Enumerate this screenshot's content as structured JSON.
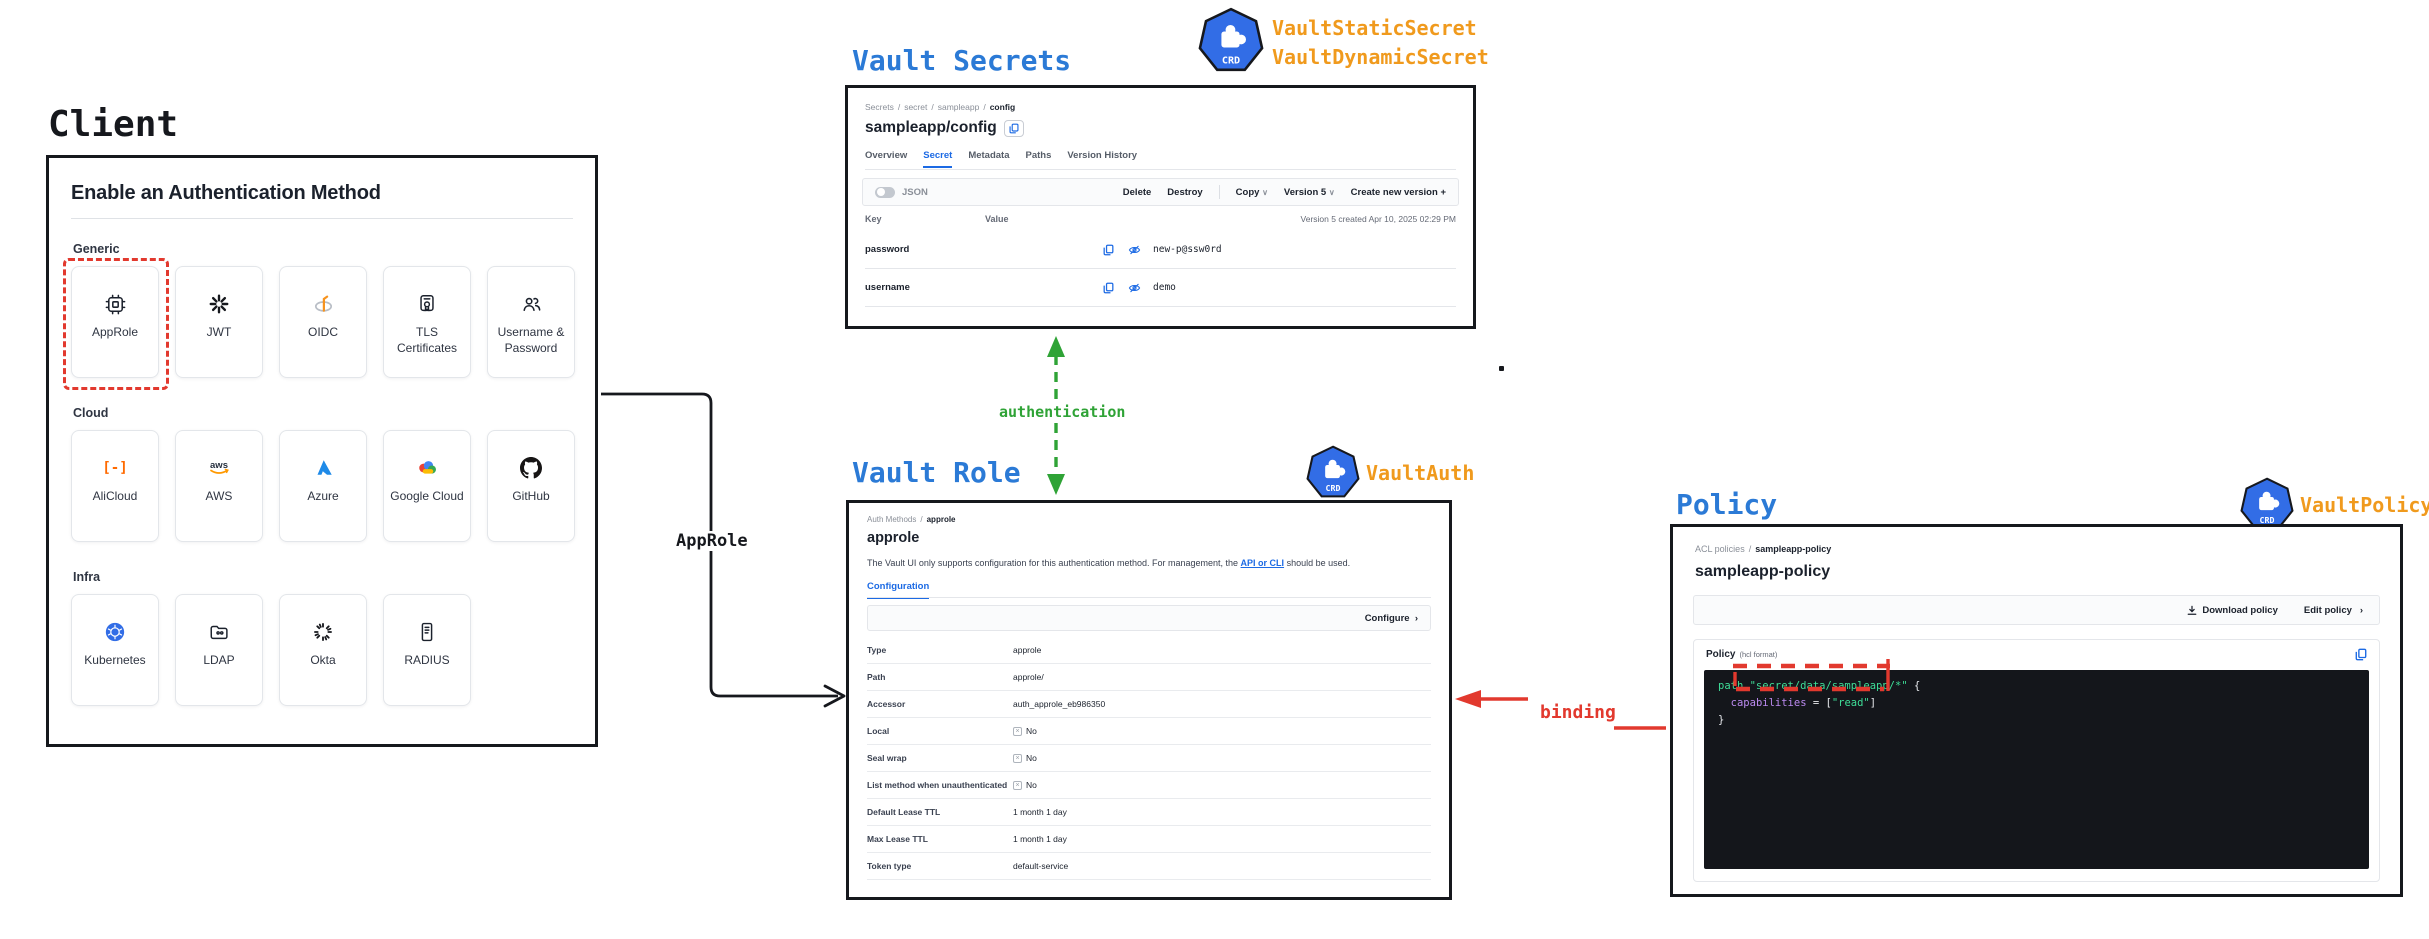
{
  "ui": {
    "sep": "/",
    "chevron_down": "∨",
    "chevron_right": "›",
    "plus": "+",
    "x_mark": "×"
  },
  "diagram": {
    "client_title": "Client",
    "secrets_title": "Vault Secrets",
    "role_title": "Vault Role",
    "policy_title": "Policy",
    "crd_badge": "CRD",
    "crd_static_secret": "VaultStaticSecret",
    "crd_dynamic_secret": "VaultDynamicSecret",
    "crd_auth": "VaultAuth",
    "crd_policy": "VaultPolicy",
    "arrow_authentication": "authentication",
    "arrow_approle": "AppRole",
    "arrow_binding": "binding",
    "stray_dot": "."
  },
  "client_ui": {
    "heading": "Enable an Authentication Method",
    "groups": [
      {
        "label": "Generic",
        "tiles": [
          {
            "label": "AppRole",
            "icon": "chip-icon"
          },
          {
            "label": "JWT",
            "icon": "starburst-icon"
          },
          {
            "label": "OIDC",
            "icon": "openid-icon"
          },
          {
            "label": "TLS Certificates",
            "icon": "certificate-icon"
          },
          {
            "label": "Username & Password",
            "icon": "users-icon"
          }
        ]
      },
      {
        "label": "Cloud",
        "tiles": [
          {
            "label": "AliCloud",
            "icon": "alicloud-logo-icon",
            "icon_text": "[-]"
          },
          {
            "label": "AWS",
            "icon": "aws-logo-icon",
            "icon_text": "aws"
          },
          {
            "label": "Azure",
            "icon": "azure-logo-icon"
          },
          {
            "label": "Google Cloud",
            "icon": "google-cloud-logo-icon"
          },
          {
            "label": "GitHub",
            "icon": "github-logo-icon"
          }
        ]
      },
      {
        "label": "Infra",
        "tiles": [
          {
            "label": "Kubernetes",
            "icon": "kubernetes-logo-icon"
          },
          {
            "label": "LDAP",
            "icon": "folder-icon"
          },
          {
            "label": "Okta",
            "icon": "okta-logo-icon"
          },
          {
            "label": "RADIUS",
            "icon": "document-icon"
          }
        ]
      }
    ]
  },
  "secrets_ui": {
    "breadcrumb": [
      "Secrets",
      "secret",
      "sampleapp",
      "config"
    ],
    "title": "sampleapp/config",
    "tabs": [
      "Overview",
      "Secret",
      "Metadata",
      "Paths",
      "Version History"
    ],
    "toolbar": {
      "json_label": "JSON",
      "delete_label": "Delete",
      "destroy_label": "Destroy",
      "copy_label": "Copy",
      "version_label": "Version 5",
      "create_label": "Create new version"
    },
    "col_key": "Key",
    "col_value": "Value",
    "version_info": "Version 5 created Apr 10, 2025 02:29 PM",
    "rows": [
      {
        "key": "password",
        "value": "new-p@ssw0rd"
      },
      {
        "key": "username",
        "value": "demo"
      }
    ]
  },
  "role_ui": {
    "breadcrumb": [
      "Auth Methods",
      "approle"
    ],
    "title": "approle",
    "desc_prefix": "The Vault UI only supports configuration for this authentication method. For management, the ",
    "desc_link": "API or CLI",
    "desc_suffix": " should be used.",
    "tab": "Configuration",
    "configure_label": "Configure",
    "rows": [
      {
        "label": "Type",
        "value": "approle"
      },
      {
        "label": "Path",
        "value": "approle/"
      },
      {
        "label": "Accessor",
        "value": "auth_approle_eb986350"
      },
      {
        "label": "Local",
        "value": "No",
        "checkbox": true
      },
      {
        "label": "Seal wrap",
        "value": "No",
        "checkbox": true
      },
      {
        "label": "List method when unauthenticated",
        "value": "No",
        "checkbox": true
      },
      {
        "label": "Default Lease TTL",
        "value": "1 month 1 day"
      },
      {
        "label": "Max Lease TTL",
        "value": "1 month 1 day"
      },
      {
        "label": "Token type",
        "value": "default-service"
      }
    ]
  },
  "policy_ui": {
    "breadcrumb": [
      "ACL policies",
      "sampleapp-policy"
    ],
    "title": "sampleapp-policy",
    "download_label": "Download policy",
    "edit_label": "Edit policy",
    "panel_title": "Policy",
    "panel_format": "(hcl format)",
    "code": {
      "l1_key": "path ",
      "l1_str": "\"secret/data/sampleapp/*\"",
      "l1_tail": " {",
      "l2_indent": "  ",
      "l2_ident": "capabilities",
      "l2_op": " = [",
      "l2_str": "\"read\"",
      "l2_tail": "]",
      "l3": "}"
    }
  }
}
